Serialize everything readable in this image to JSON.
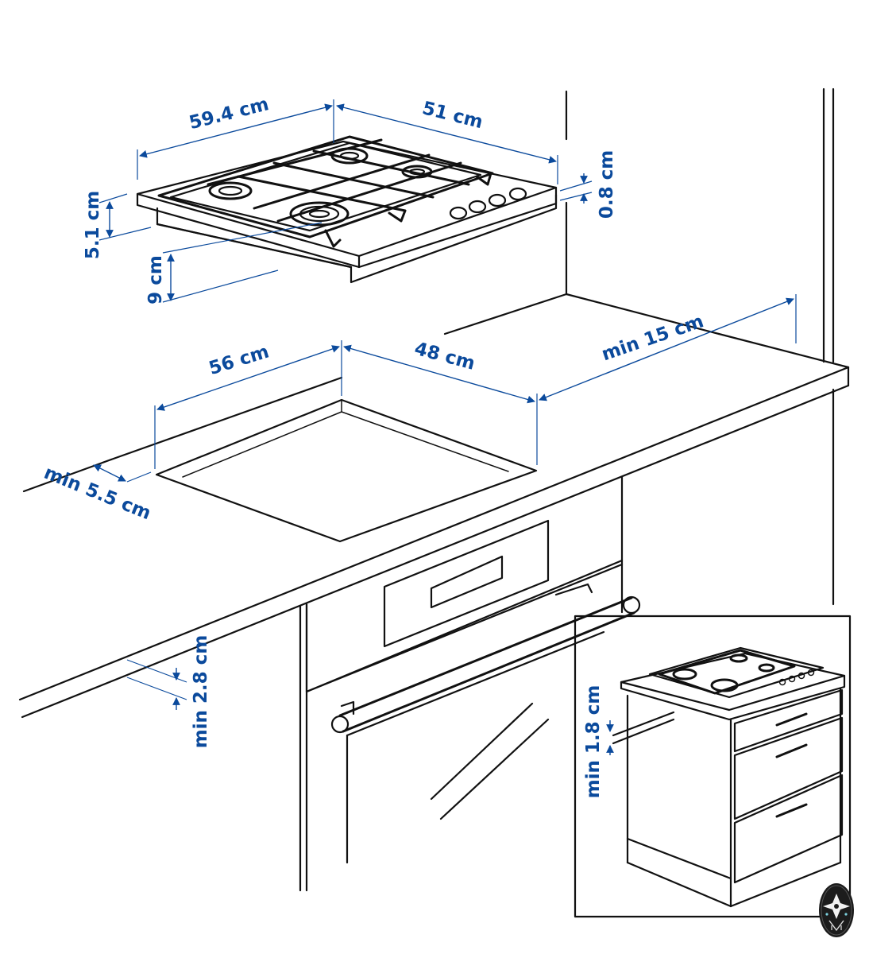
{
  "dimensions": {
    "hob_width": "59.4 cm",
    "hob_depth": "51 cm",
    "hob_height": "5.1 cm",
    "glass_thickness": "0.8 cm",
    "under_depth": "9 cm",
    "cutout_width": "56 cm",
    "cutout_depth": "48 cm",
    "wall_clearance": "min 15 cm",
    "front_clearance": "min 5.5 cm",
    "oven_gap": "min 2.8 cm",
    "drawer_gap": "min 1.8 cm"
  },
  "colors": {
    "dimension": "#0b4a9c",
    "line": "#111111",
    "badge": "#1c1c1c"
  },
  "icons": {
    "brand_badge": "ornament-badge-icon"
  }
}
